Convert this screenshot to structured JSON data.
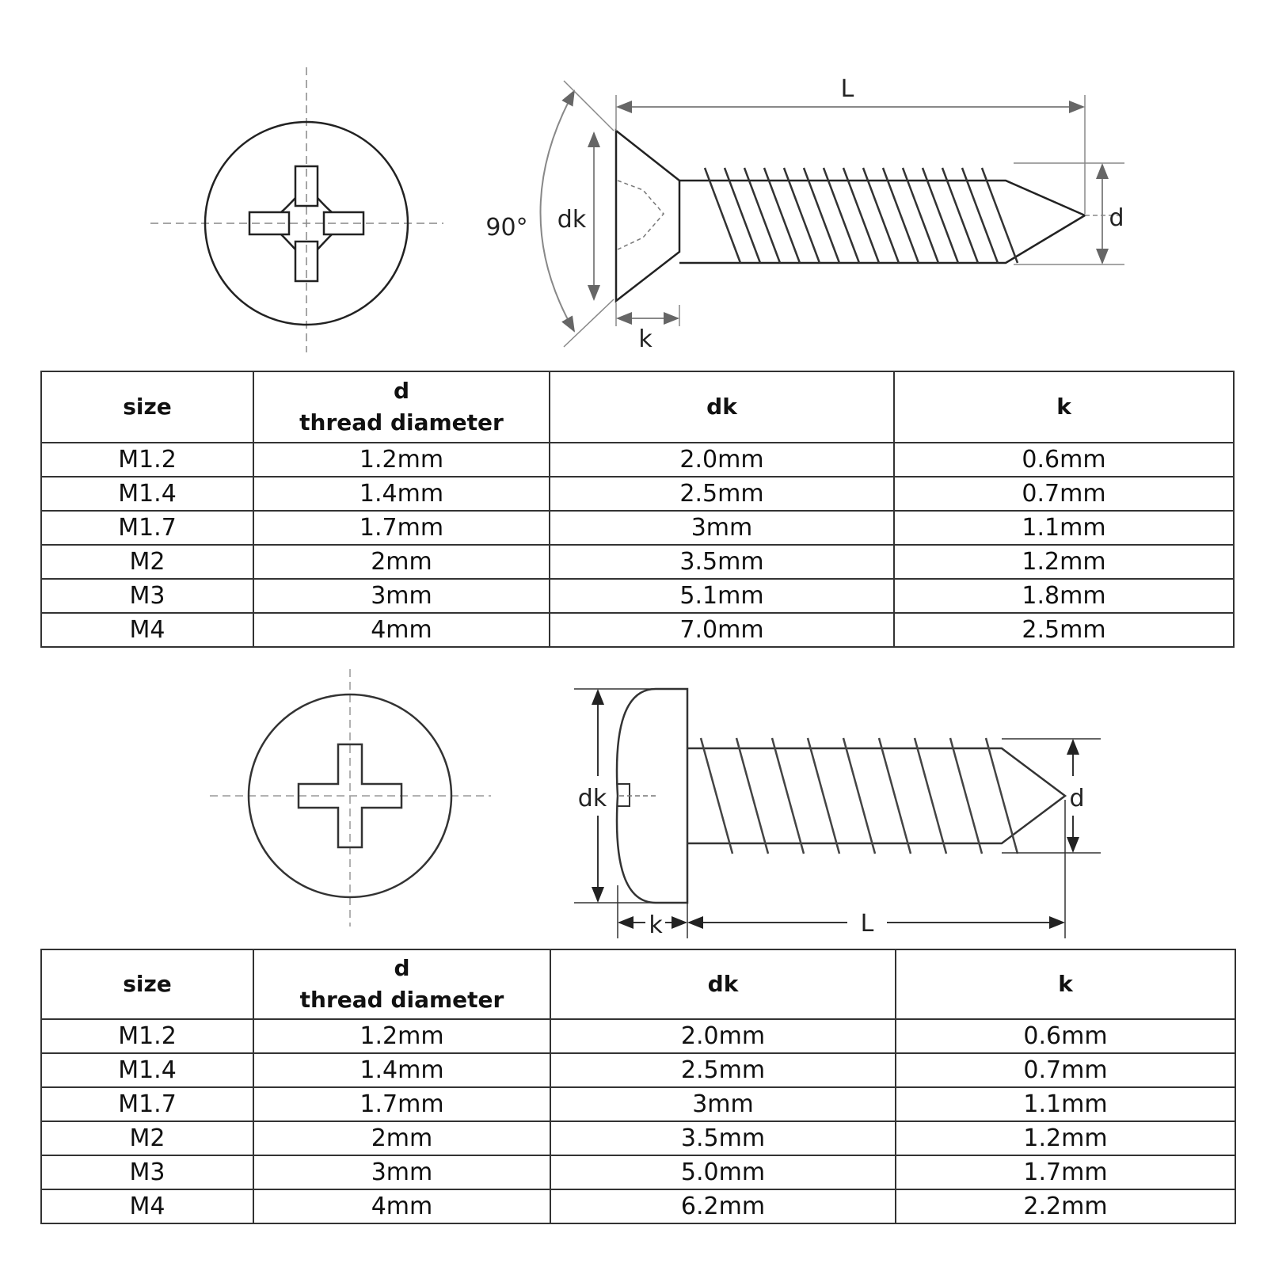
{
  "diagram1": {
    "labels": {
      "length": "L",
      "angle": "90°",
      "head_diameter": "dk",
      "head_height": "k",
      "thread_diameter": "d"
    }
  },
  "table1": {
    "headers": {
      "size": "size",
      "d_symbol": "d",
      "d_desc": "thread diameter",
      "dk": "dk",
      "k": "k"
    },
    "rows": [
      [
        "M1.2",
        "1.2mm",
        "2.0mm",
        "0.6mm"
      ],
      [
        "M1.4",
        "1.4mm",
        "2.5mm",
        "0.7mm"
      ],
      [
        "M1.7",
        "1.7mm",
        "3mm",
        "1.1mm"
      ],
      [
        "M2",
        "2mm",
        "3.5mm",
        "1.2mm"
      ],
      [
        "M3",
        "3mm",
        "5.1mm",
        "1.8mm"
      ],
      [
        "M4",
        "4mm",
        "7.0mm",
        "2.5mm"
      ]
    ]
  },
  "diagram2": {
    "labels": {
      "head_diameter": "dk",
      "thread_diameter": "d",
      "head_height": "k",
      "length": "L"
    }
  },
  "table2": {
    "headers": {
      "size": "size",
      "d_symbol": "d",
      "d_desc": "thread diameter",
      "dk": "dk",
      "k": "k"
    },
    "rows": [
      [
        "M1.2",
        "1.2mm",
        "2.0mm",
        "0.6mm"
      ],
      [
        "M1.4",
        "1.4mm",
        "2.5mm",
        "0.7mm"
      ],
      [
        "M1.7",
        "1.7mm",
        "3mm",
        "1.1mm"
      ],
      [
        "M2",
        "2mm",
        "3.5mm",
        "1.2mm"
      ],
      [
        "M3",
        "3mm",
        "5.0mm",
        "1.7mm"
      ],
      [
        "M4",
        "4mm",
        "6.2mm",
        "2.2mm"
      ]
    ]
  }
}
